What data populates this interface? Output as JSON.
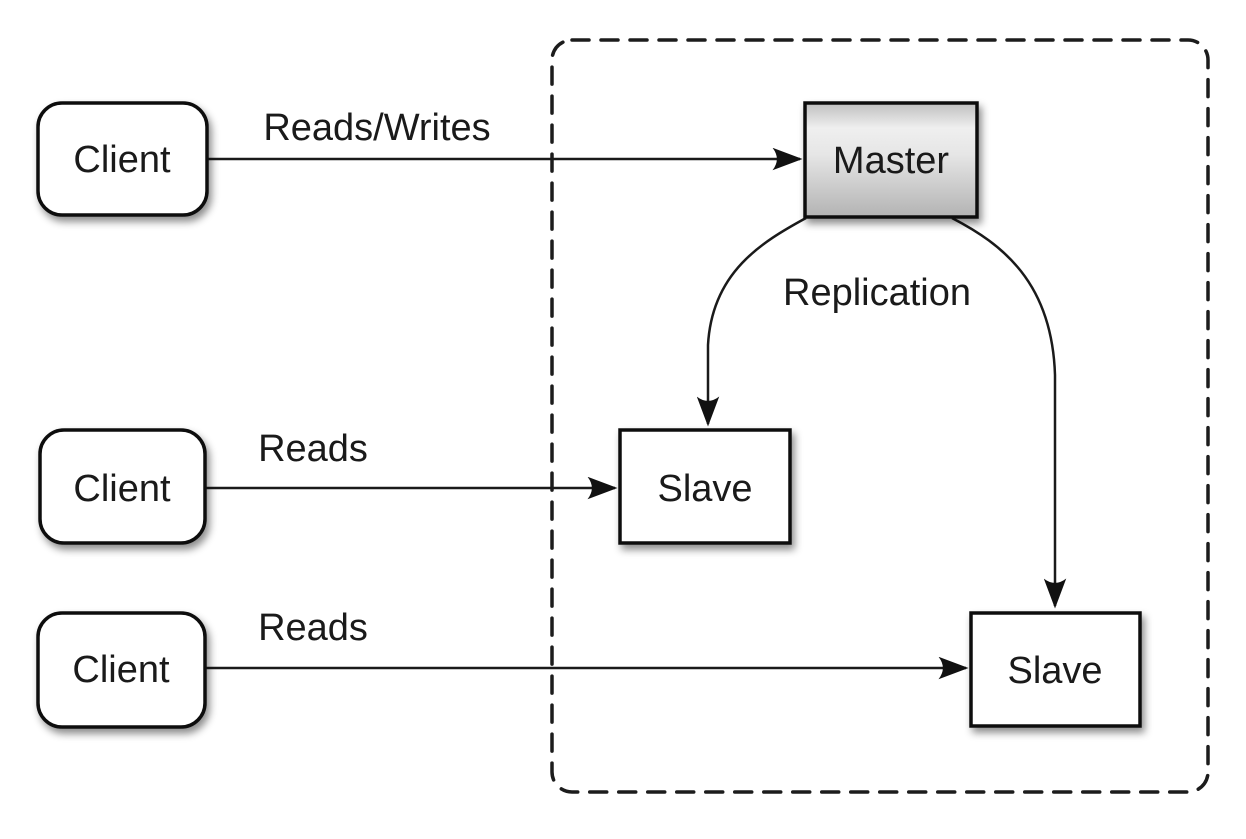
{
  "diagram": {
    "type": "architecture-diagram",
    "topic": "database master-slave replication",
    "background_color": "#ffffff",
    "line_color": "#1a1a1a",
    "node_border_color": "#111111",
    "node_fill_color": "#ffffff",
    "master_gradient_top": "#bfbfbf",
    "master_gradient_light": "#efefef",
    "master_gradient_bottom": "#b3b3b3",
    "nodes": {
      "client1": {
        "label": "Client",
        "shape": "rounded-rect"
      },
      "client2": {
        "label": "Client",
        "shape": "rounded-rect"
      },
      "client3": {
        "label": "Client",
        "shape": "rounded-rect"
      },
      "master": {
        "label": "Master",
        "shape": "rect"
      },
      "slave1": {
        "label": "Slave",
        "shape": "rect"
      },
      "slave2": {
        "label": "Slave",
        "shape": "rect"
      }
    },
    "edges": {
      "client1_to_master": {
        "label": "Reads/Writes",
        "from": "client1",
        "to": "master"
      },
      "client2_to_slave1": {
        "label": "Reads",
        "from": "client2",
        "to": "slave1"
      },
      "client3_to_slave2": {
        "label": "Reads",
        "from": "client3",
        "to": "slave2"
      },
      "replication": {
        "label": "Replication",
        "from": "master",
        "to": "slave1 and slave2"
      }
    }
  }
}
